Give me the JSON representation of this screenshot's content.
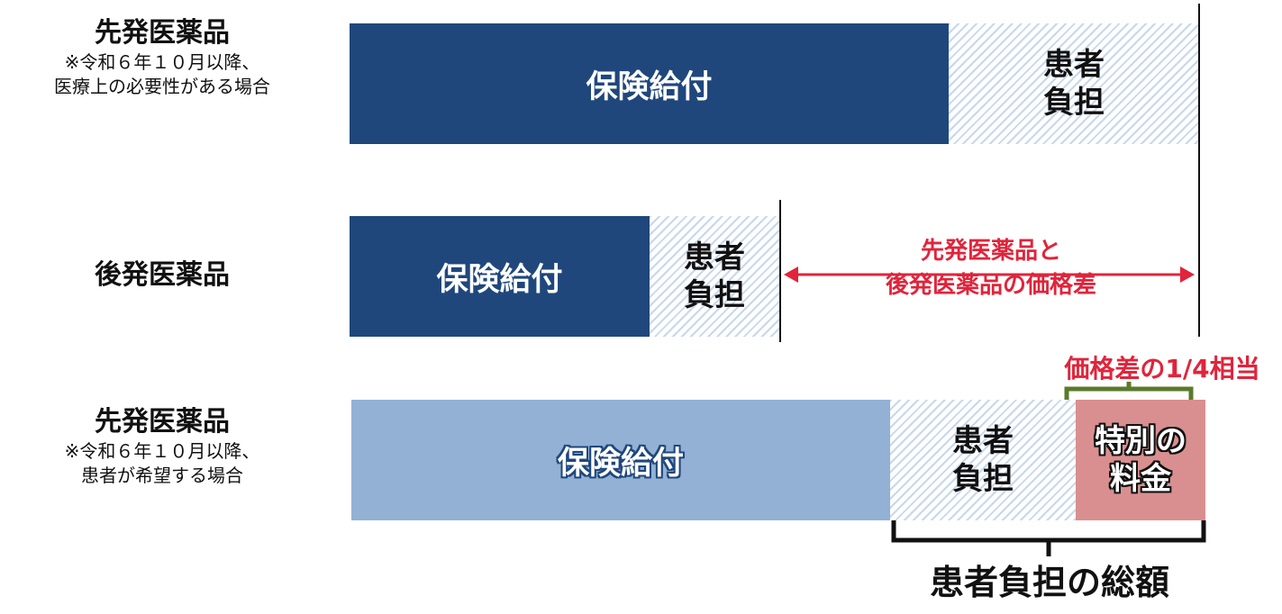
{
  "rows": [
    {
      "label_title": "先発医薬品",
      "label_note_1": "※令和６年１０月以降、",
      "label_note_2": "医療上の必要性がある場合",
      "insurance": "保険給付",
      "patient_1": "患者",
      "patient_2": "負担"
    },
    {
      "label_title": "後発医薬品",
      "insurance": "保険給付",
      "patient_1": "患者",
      "patient_2": "負担"
    },
    {
      "label_title": "先発医薬品",
      "label_note_1": "※令和６年１０月以降、",
      "label_note_2": "患者が希望する場合",
      "insurance": "保険給付",
      "patient_1": "患者",
      "patient_2": "負担",
      "special_1": "特別の",
      "special_2": "料金"
    }
  ],
  "price_diff": {
    "line_1": "先発医薬品と",
    "line_2": "後発医薬品の価格差"
  },
  "quarter_label": "価格差の1/4相当",
  "total_label": "患者負担の総額",
  "colors": {
    "insurance_dark": "#1f477c",
    "insurance_light": "#92b1d4",
    "special_fee": "#d98f8f",
    "accent_red": "#e0243b",
    "bracket_green": "#5a7a2a"
  }
}
